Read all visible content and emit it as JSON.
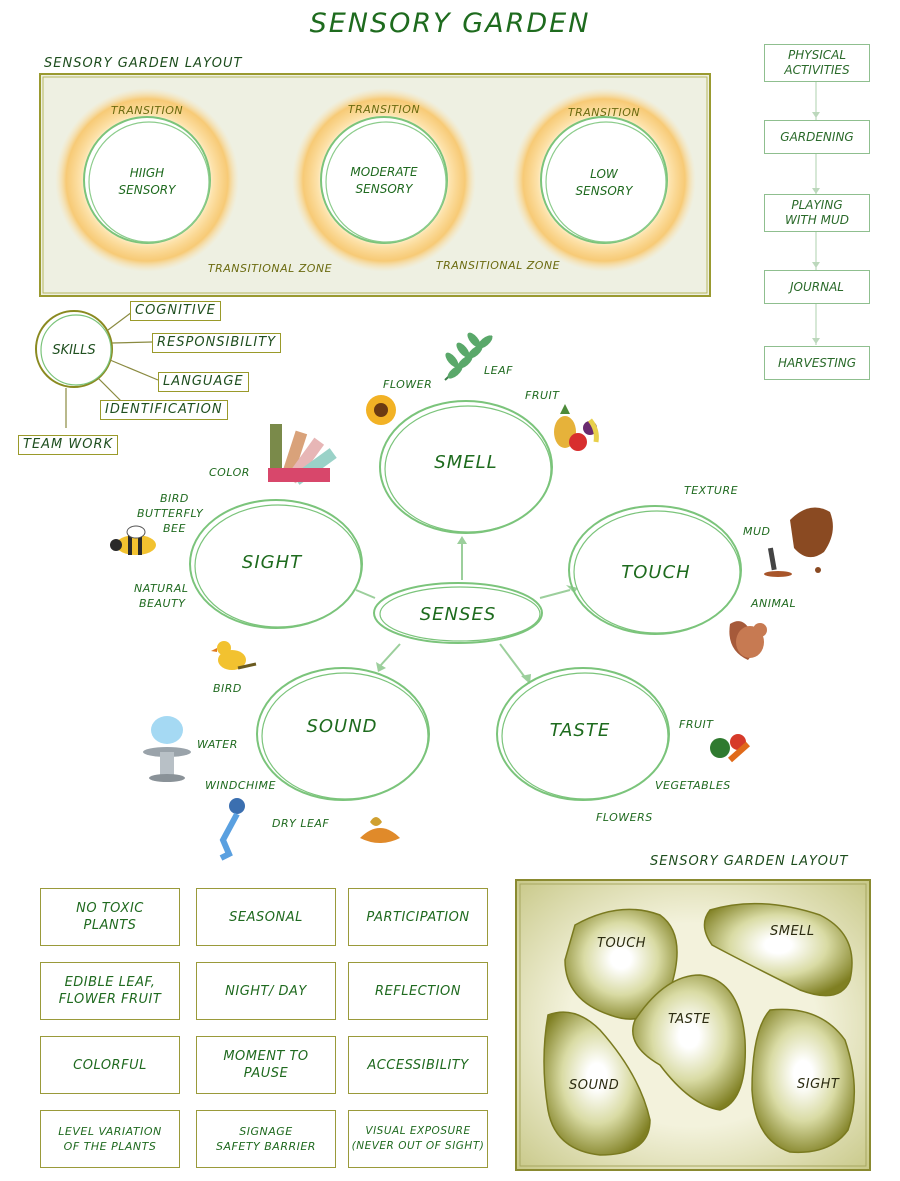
{
  "title": "SENSORY GARDEN",
  "layout_top": {
    "label": "SENSORY GARDEN LAYOUT",
    "zones": [
      {
        "name": "HIIGH\nSENSORY",
        "line1": "HIIGH",
        "line2": "SENSORY",
        "transition": "TRANSITION"
      },
      {
        "name": "MODERATE\nSENSORY",
        "line1": "MODERATE",
        "line2": "SENSORY",
        "transition": "TRANSITION"
      },
      {
        "name": "LOW\nSENSORY",
        "line1": "LOW",
        "line2": "SENSORY",
        "transition": "TRANSITION"
      }
    ],
    "transitional_zones": [
      "TRANSITIONAL ZONE",
      "TRANSITIONAL ZONE"
    ]
  },
  "activities": [
    {
      "line1": "PHYSICAL",
      "line2": "ACTIVITIES"
    },
    {
      "line1": "GARDENING",
      "line2": ""
    },
    {
      "line1": "PLAYING",
      "line2": "WITH MUD"
    },
    {
      "line1": "JOURNAL",
      "line2": ""
    },
    {
      "line1": "HARVESTING",
      "line2": ""
    }
  ],
  "skills": {
    "center": "SKILLS",
    "items": [
      "COGNITIVE",
      "RESPONSIBILITY",
      "LANGUAGE",
      "IDENTIFICATION",
      "TEAM WORK"
    ]
  },
  "senses": {
    "center": "SENSES",
    "smell": {
      "label": "SMELL",
      "items": [
        "FLOWER",
        "LEAF",
        "FRUIT"
      ]
    },
    "sight": {
      "label": "SIGHT",
      "items": [
        "COLOR",
        "BIRD",
        "BUTTERFLY",
        "BEE",
        "NATURAL",
        "BEAUTY",
        "BIRD"
      ]
    },
    "touch": {
      "label": "TOUCH",
      "items": [
        "TEXTURE",
        "MUD",
        "ANIMAL"
      ]
    },
    "sound": {
      "label": "SOUND",
      "items": [
        "WATER",
        "WINDCHIME",
        "DRY LEAF"
      ]
    },
    "taste": {
      "label": "TASTE",
      "items": [
        "FRUIT",
        "VEGETABLES",
        "FLOWERS"
      ]
    }
  },
  "criteria": [
    {
      "line1": "NO TOXIC",
      "line2": "PLANTS"
    },
    {
      "line1": "SEASONAL",
      "line2": ""
    },
    {
      "line1": "PARTICIPATION",
      "line2": ""
    },
    {
      "line1": "EDIBLE LEAF,",
      "line2": "FLOWER FRUIT"
    },
    {
      "line1": "NIGHT/ DAY",
      "line2": ""
    },
    {
      "line1": "REFLECTION",
      "line2": ""
    },
    {
      "line1": "COLORFUL",
      "line2": ""
    },
    {
      "line1": "MOMENT TO",
      "line2": "PAUSE"
    },
    {
      "line1": "ACCESSIBILITY",
      "line2": ""
    },
    {
      "line1": "LEVEL VARIATION",
      "line2": "OF THE PLANTS"
    },
    {
      "line1": "SIGNAGE",
      "line2": "SAFETY BARRIER"
    },
    {
      "line1": "VISUAL EXPOSURE",
      "line2": "(NEVER OUT OF SIGHT)"
    }
  ],
  "layout_bottom": {
    "label": "SENSORY GARDEN LAYOUT",
    "areas": [
      "TOUCH",
      "SMELL",
      "TASTE",
      "SOUND",
      "SIGHT"
    ]
  },
  "colors": {
    "green": "#1e6b1e",
    "olive": "#8a8a20",
    "ring_orange": "#f7c56a",
    "ring_green": "#7bc47b",
    "panel_bg": "#eef0e2"
  }
}
